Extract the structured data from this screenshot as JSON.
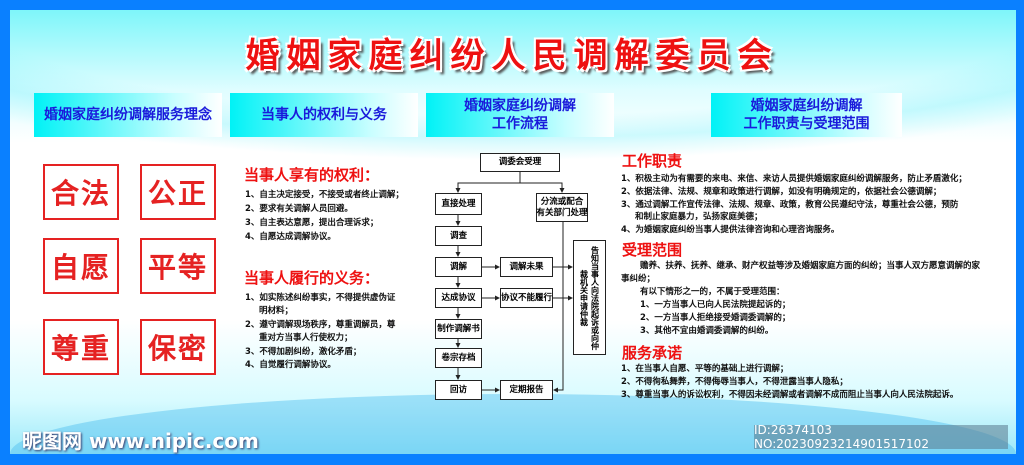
{
  "title": "婚姻家庭纠纷人民调解委员会",
  "headers": [
    "婚姻家庭纠纷调解服务理念",
    "当事人的权利与义务",
    "婚姻家庭纠纷调解\n工作流程",
    "婚姻家庭纠纷调解\n工作职责与受理范围"
  ],
  "principles": [
    "合法",
    "公正",
    "自愿",
    "平等",
    "尊重",
    "保密"
  ],
  "rights": {
    "title": "当事人享有的权利：",
    "items": [
      "1、自主决定接受，不接受或者终止调解；",
      "2、要求有关调解人员回避。",
      "3、自主表达意愿，提出合理诉求；",
      "4、自愿达成调解协议。"
    ]
  },
  "duties": {
    "title": "当事人履行的义务：",
    "items": [
      "1、如实陈述纠纷事实，不得提供虚伪证",
      "明材料；",
      "2、遵守调解现场秩序，尊重调解员，尊",
      "重对方当事人行使权力；",
      "3、不得加剧纠纷，激化矛盾；",
      "4、自觉履行调解协议。"
    ]
  },
  "flow": {
    "accept": "调委会受理",
    "direct": "直接处理",
    "divert": "分流或配合\n有关部门处理",
    "investigate": "调查",
    "mediate": "调解",
    "fail": "调解未果",
    "agree": "达成协议",
    "breach": "协议不能履行",
    "document": "制作调解书",
    "archive": "卷宗存档",
    "revisit": "回访",
    "report": "定期报告",
    "notify": "告知当事人向法院起诉或向仲裁机关申请仲裁"
  },
  "duty": {
    "title": "工作职责",
    "items": [
      "1、积极主动为有需要的来电、来信、来访人员提供婚姻家庭纠纷调解服务，防止矛盾激化；",
      "2、依据法律、法规、规章和政策进行调解，如没有明确规定的，依据社会公德调解；",
      "3、通过调解工作宣传法律、法规、规章、政策，教育公民遵纪守法，尊重社会公德，预防",
      "和制止家庭暴力，弘扬家庭美德；",
      "4、为婚姻家庭纠纷当事人提供法律咨询和心理咨询服务。"
    ]
  },
  "scope": {
    "title": "受理范围",
    "items": [
      "赡养、扶养、抚养、继承、财产权益等涉及婚姻家庭方面的纠纷；当事人双方愿意调解的家",
      "事纠纷；",
      "有以下情形之一的，不属于受理范围：",
      "1、一方当事人已向人民法院提起诉的；",
      "2、一方当事人拒绝接受婚调委调解的；",
      "3、其他不宜由婚调委调解的纠纷。"
    ]
  },
  "promise": {
    "title": "服务承诺",
    "items": [
      "1、在当事人自愿、平等的基础上进行调解；",
      "2、不得徇私舞弊，不得侮辱当事人，不得泄露当事人隐私；",
      "3、尊重当事人的诉讼权利，不得因未经调解或者调解不成而阻止当事人向人民法院起诉。"
    ]
  },
  "watermark": "昵图网 www.nipic.com",
  "image_id": "ID:26374103 NO:20230923214901517102"
}
